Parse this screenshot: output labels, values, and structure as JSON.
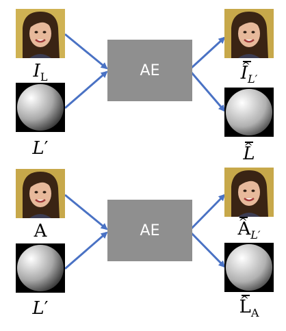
{
  "blocks": [
    {
      "ae_label": "AE",
      "input_face_label": {
        "main": "I",
        "sub": "L"
      },
      "input_light_label": {
        "main": "L",
        "prime": "′"
      },
      "output_face_label": {
        "main": "I",
        "sub": "L′"
      },
      "output_light_label": {
        "main": "L"
      }
    },
    {
      "ae_label": "AE",
      "input_face_label": {
        "main": "A"
      },
      "input_light_label": {
        "main": "L",
        "prime": "′"
      },
      "output_face_label": {
        "main": "A",
        "sub": "L′"
      },
      "output_light_label": {
        "main": "L",
        "sub": "A"
      }
    }
  ],
  "colors": {
    "arrow": "#4a72c4",
    "ae_box": "#8f8f8f",
    "face_bg": "#c7a84a"
  },
  "icons": [
    "face-photo",
    "shading-sphere"
  ]
}
